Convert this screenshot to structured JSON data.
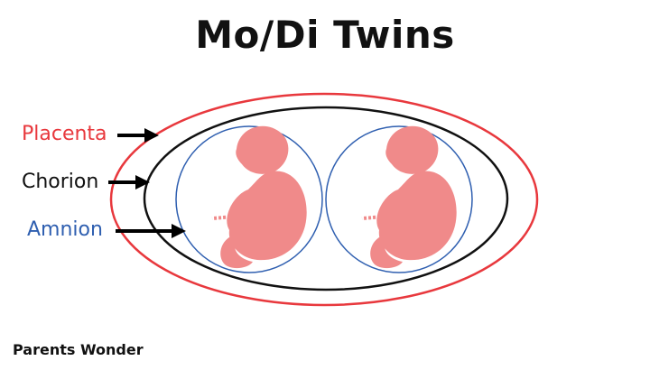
{
  "title": "Mo/Di Twins",
  "labels": {
    "placenta": "Placenta",
    "chorion": "Chorion",
    "amnion": "Amnion"
  },
  "credit": "Parents Wonder",
  "colors": {
    "placenta": "#e8383d",
    "chorion": "#111111",
    "amnion": "#2f5fb0",
    "fetus": "#f08a8a",
    "arrow": "#000000"
  },
  "icons": [
    "fetus-icon",
    "fetus-icon"
  ]
}
